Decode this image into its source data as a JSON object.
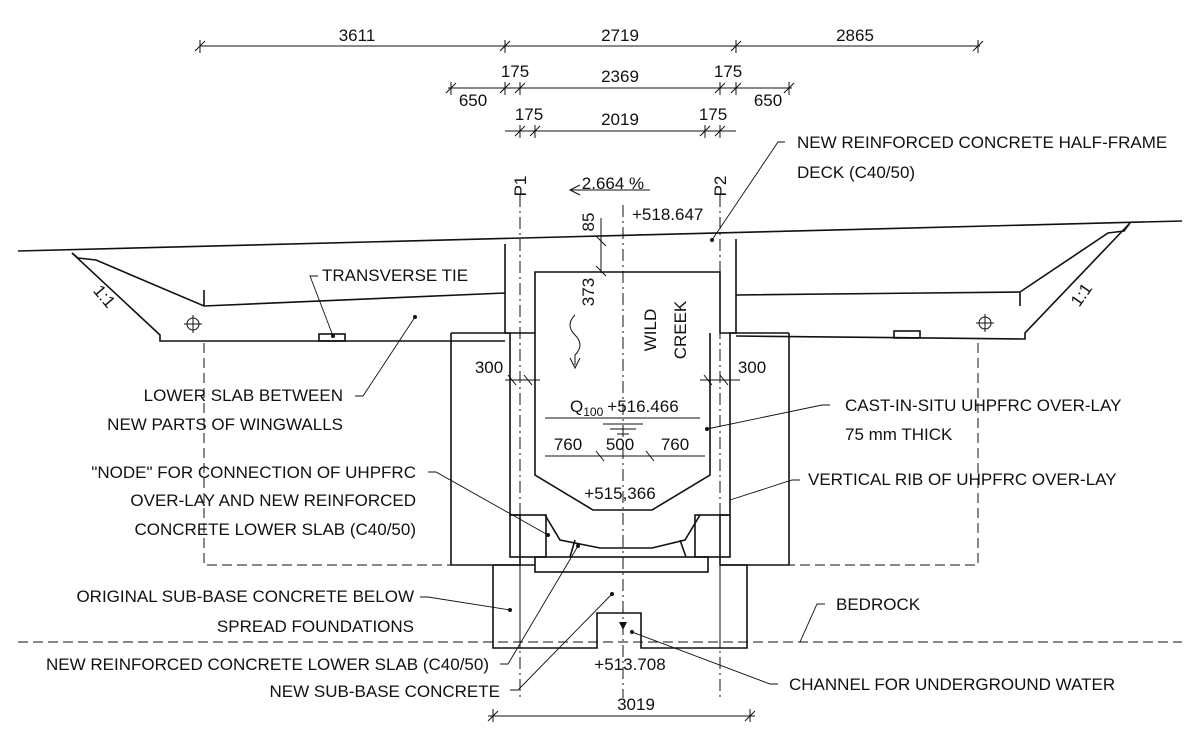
{
  "dimensions": {
    "top_left": "3611",
    "top_mid": "2719",
    "top_right": "2865",
    "row2_left_175": "175",
    "row2_mid": "2369",
    "row2_right_175": "175",
    "row2_left_650": "650",
    "row2_right_650": "650",
    "row3_left_175": "175",
    "row3_mid": "2019",
    "row3_right_175": "175",
    "wall_left": "300",
    "wall_right": "300",
    "slab_thickness": "85",
    "deck_depth": "373",
    "bottom_left": "760",
    "bottom_mid": "500",
    "bottom_right": "760",
    "base_width": "3019"
  },
  "axes": {
    "p1": "P1",
    "p2": "P2"
  },
  "slope": {
    "grade": "2.664 %",
    "left": "1:1",
    "right": "1:1"
  },
  "levels": {
    "deck_top": "+518.647",
    "q100_prefix": "Q",
    "q100_sub": "100",
    "q100_value": "+516.466",
    "channel_bottom": "+515,366",
    "foundation": "+513.708"
  },
  "creek": {
    "line1": "WILD",
    "line2": "CREEK"
  },
  "labels": {
    "deck_1": "NEW REINFORCED CONCRETE HALF-FRAME",
    "deck_2": "DECK (C40/50)",
    "transverse_tie": "TRANSVERSE TIE",
    "lower_slab_1": "LOWER SLAB BETWEEN",
    "lower_slab_2": "NEW PARTS OF WINGWALLS",
    "node_1": "\"NODE\" FOR CONNECTION OF UHPFRC",
    "node_2": "OVER-LAY AND NEW REINFORCED",
    "node_3": "CONCRETE LOWER SLAB (C40/50)",
    "overlay_1": "CAST-IN-SITU UHPFRC OVER-LAY",
    "overlay_2": "75 mm THICK",
    "rib": "VERTICAL RIB OF UHPFRC OVER-LAY",
    "subbase_orig_1": "ORIGINAL SUB-BASE CONCRETE BELOW",
    "subbase_orig_2": "SPREAD FOUNDATIONS",
    "bedrock": "BEDROCK",
    "new_lower_slab": "NEW REINFORCED CONCRETE LOWER SLAB (C40/50)",
    "new_subbase": "NEW SUB-BASE CONCRETE",
    "channel": "CHANNEL FOR UNDERGROUND WATER"
  }
}
